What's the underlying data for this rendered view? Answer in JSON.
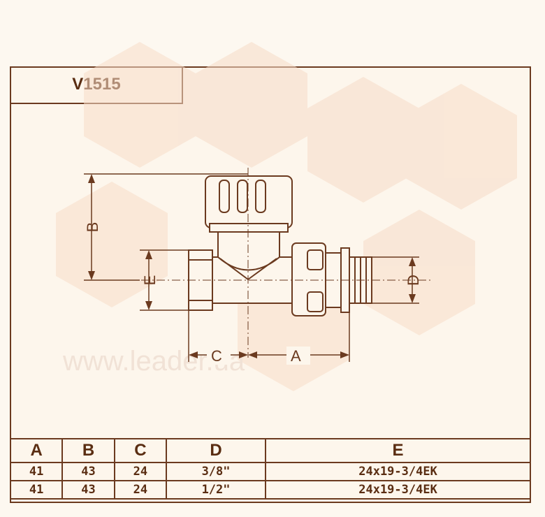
{
  "product_code": "V1515",
  "watermark": "www.leader.ua",
  "dimension_labels": {
    "a": "A",
    "b": "B",
    "c": "C",
    "d": "D",
    "e": "E"
  },
  "table": {
    "headers": [
      "A",
      "B",
      "C",
      "D",
      "E"
    ],
    "rows": [
      [
        "41",
        "43",
        "24",
        "3/8\"",
        "24x19-3/4EK"
      ],
      [
        "41",
        "43",
        "24",
        "1/2\"",
        "24x19-3/4EK"
      ]
    ]
  },
  "colors": {
    "line": "#6b3a1f",
    "text": "#5a2d12",
    "watermark": "#f6d9c4"
  }
}
